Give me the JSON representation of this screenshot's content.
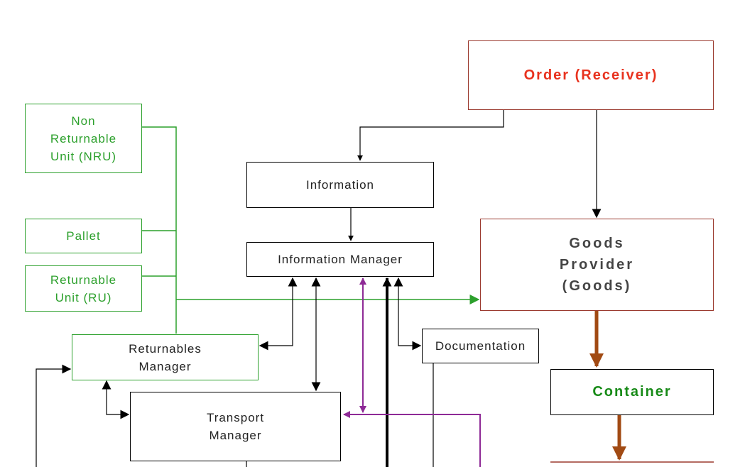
{
  "colors": {
    "black_line": "#000000",
    "green_line": "#2ca02c",
    "purple_line": "#8e2a96",
    "brown_arrow": "#a14a13",
    "red_border": "#9b3a2f",
    "order_text": "#e8321e",
    "goods_text": "#444444",
    "container_text": "#178a17"
  },
  "nodes": {
    "order": "Order (Receiver)",
    "information": "Information",
    "information_manager": "Information Manager",
    "goods_provider": "Goods\nProvider\n(Goods)",
    "non_returnable_unit": "Non\nReturnable\nUnit (NRU)",
    "pallet": "Pallet",
    "returnable_unit": "Returnable\nUnit (RU)",
    "returnables_manager": "Returnables\nManager",
    "documentation": "Documentation",
    "transport_manager": "Transport\nManager",
    "container": "Container"
  }
}
